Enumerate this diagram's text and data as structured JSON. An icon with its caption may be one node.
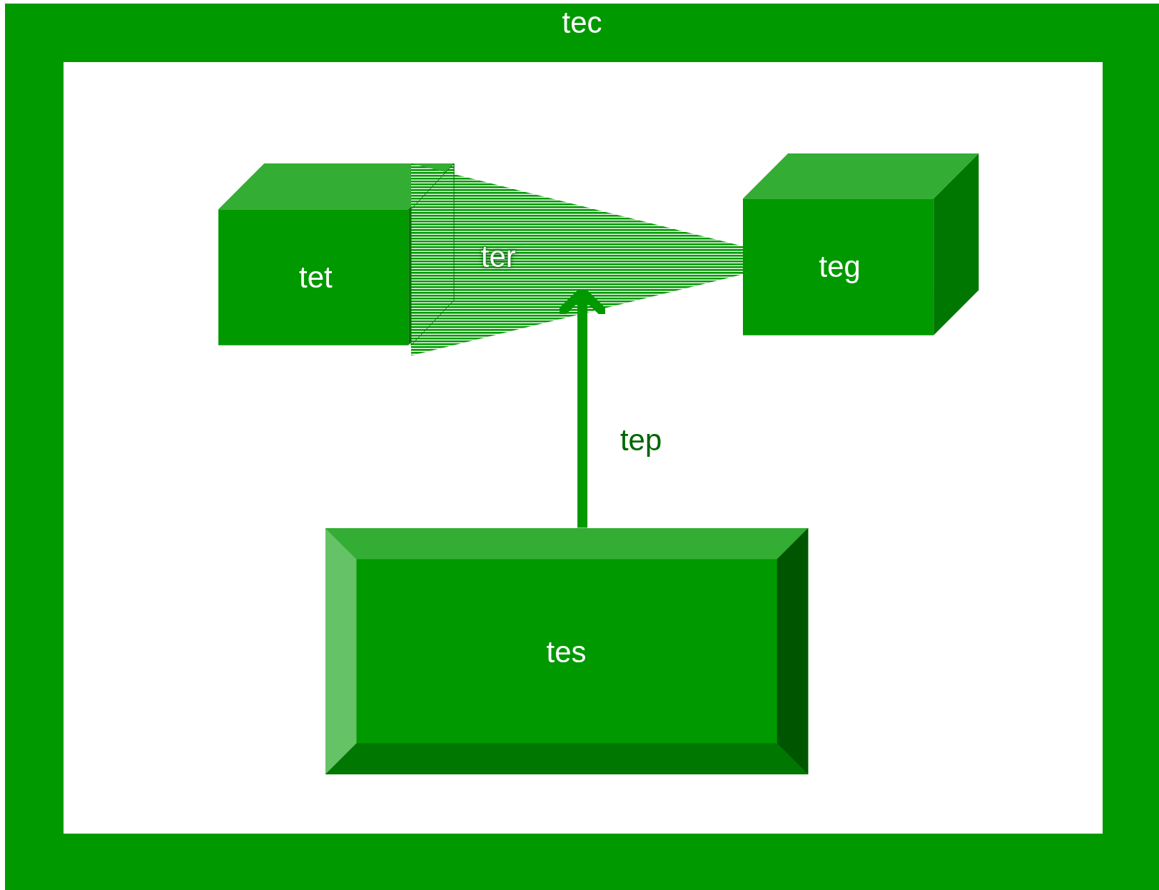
{
  "diagram": {
    "nodes": [
      {
        "text": [
          "tec"
        ]
      },
      {
        "text": [
          "tet"
        ],
        "in": 0
      },
      {
        "text": [
          "ter"
        ],
        "in": 0
      },
      {
        "text": [
          "teg"
        ],
        "in": 0
      },
      {
        "text": [
          "tes"
        ],
        "in": 0
      }
    ],
    "edges": [
      {
        "from": 4,
        "to": 2,
        "arrow": "to",
        "label": "tep"
      }
    ]
  }
}
